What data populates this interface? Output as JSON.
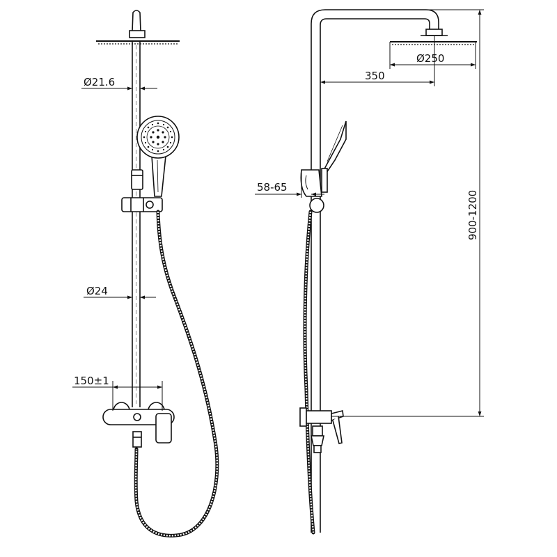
{
  "drawing": {
    "colors": {
      "stroke": "#111111",
      "background": "#ffffff",
      "dim_line": "#111111"
    }
  },
  "front_view": {
    "dims": {
      "rail_diameter_top": "Ø21.6",
      "rail_diameter_bottom": "Ø24",
      "mixer_centers": "150±1"
    }
  },
  "side_view": {
    "dims": {
      "head_diameter": "Ø250",
      "arm_reach": "350",
      "holder_range": "58-65",
      "height_range": "900-1200"
    }
  }
}
